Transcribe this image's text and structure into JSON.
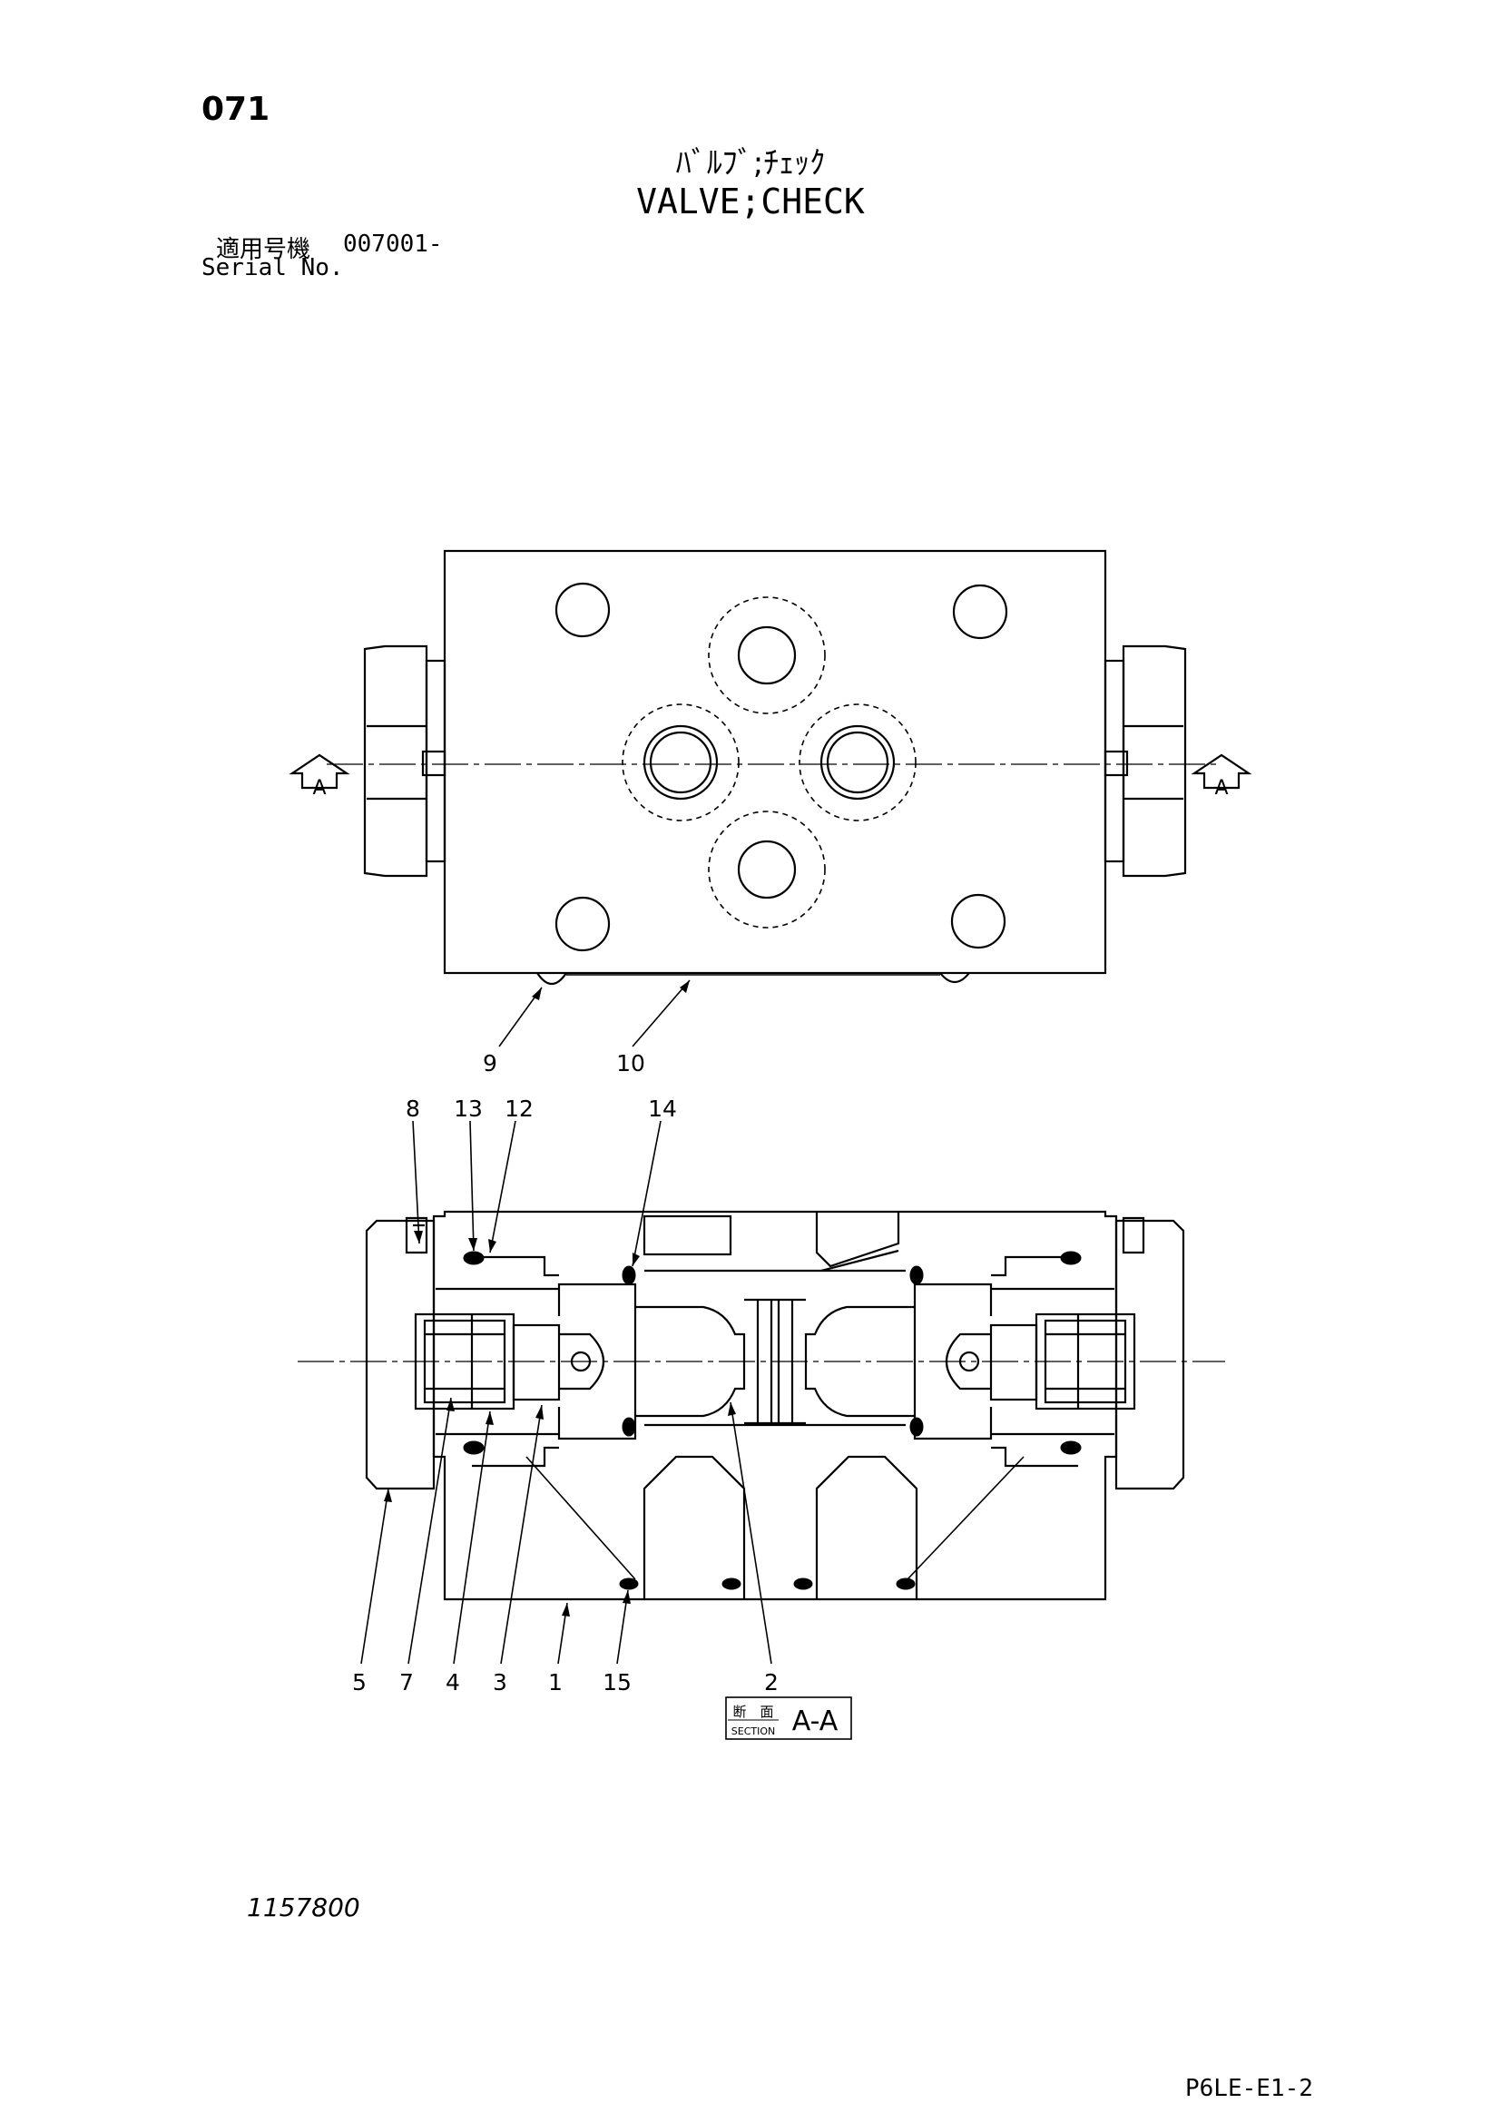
{
  "header": {
    "page_number": "071",
    "title_jp": "ﾊﾞﾙﾌﾞ;ﾁｪｯｸ",
    "title_en": "VALVE;CHECK",
    "serial_label_jp": "適用号機",
    "serial_value": "007001-",
    "serial_label_en": "Serial No."
  },
  "section_markers": {
    "left": "A",
    "right": "A"
  },
  "callouts": {
    "top_view": [
      "9",
      "10"
    ],
    "section_top": [
      "8",
      "13",
      "12",
      "14"
    ],
    "section_bottom": [
      "5",
      "7",
      "4",
      "3",
      "1",
      "15",
      "2"
    ]
  },
  "section_label": {
    "jp": "断　面",
    "en": "SECTION",
    "name": "A-A"
  },
  "footer": {
    "drawing_number": "1157800",
    "sheet_code": "P6LE-E1-2"
  }
}
